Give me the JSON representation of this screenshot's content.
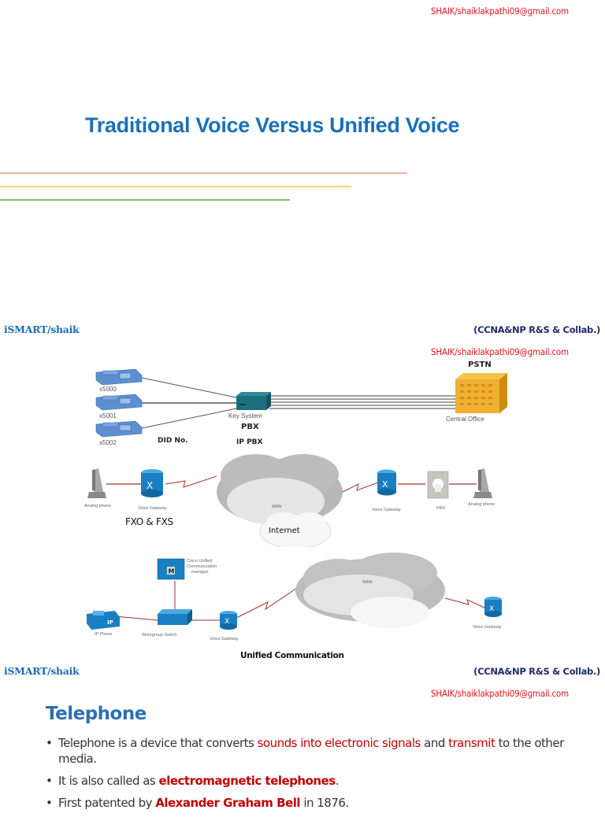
{
  "header": {
    "email": "SHAIK/shaiklakpathi09@gmail.com"
  },
  "slide1": {
    "title": "Traditional Voice Versus Unified Voice",
    "rule_colors": [
      "#f0b49a",
      "#f5d870",
      "#7cc070"
    ]
  },
  "slide2": {
    "brand": "iSMART/shaik",
    "course": "(CCNA&NP R&S & Collab.)",
    "email": "SHAIK/shaiklakpathi09@gmail.com",
    "diagram_top": {
      "phones": [
        "x5000",
        "x5001",
        "x5002"
      ],
      "key_system_label": "Key System",
      "pbx_label": "PBX",
      "ip_pbx_label": "IP PBX",
      "did_label": "DID No.",
      "pstn_label": "PSTN",
      "central_office_label": "Central Office"
    },
    "diagram_middle": {
      "analog_phone_left": "Analog phone",
      "voice_gateway_left": "Voice Gateway",
      "fxo_fxs_label": "FXO & FXS",
      "wan_label": "WAN",
      "internet_label": "Internet",
      "voice_gateway_right": "Voice Gateway",
      "pbx_label": "PBX",
      "analog_phone_right": "Analog phone"
    },
    "diagram_bottom": {
      "cucm_label_line1": "Cisco Unified",
      "cucm_label_line2": "Communication",
      "cucm_label_line3": "manager",
      "ip_phone_label": "IP Phone",
      "switch_label": "Workgroup Switch",
      "voice_gateway_left": "Voice Gateway",
      "wan_label": "WAN",
      "voice_gateway_right": "Voice Gateway",
      "caption": "Unified Communication"
    }
  },
  "slide3": {
    "brand": "iSMART/shaik",
    "course": "(CCNA&NP R&S & Collab.)",
    "email": "SHAIK/shaiklakpathi09@gmail.com",
    "heading": "Telephone",
    "bullets": [
      {
        "parts": [
          {
            "text": "Telephone is a device that converts ",
            "style": "normal"
          },
          {
            "text": "sounds into electronic signals",
            "style": "red"
          },
          {
            "text": " and ",
            "style": "normal"
          },
          {
            "text": "transmit",
            "style": "red"
          },
          {
            "text": " to the other media.",
            "style": "normal"
          }
        ]
      },
      {
        "parts": [
          {
            "text": "It is also called as ",
            "style": "normal"
          },
          {
            "text": "electromagnetic telephones",
            "style": "redb"
          },
          {
            "text": ".",
            "style": "normal"
          }
        ]
      },
      {
        "parts": [
          {
            "text": "First patented by ",
            "style": "normal"
          },
          {
            "text": "Alexander Graham Bell",
            "style": "redb"
          },
          {
            "text": " in 1876.",
            "style": "normal"
          }
        ]
      }
    ]
  }
}
